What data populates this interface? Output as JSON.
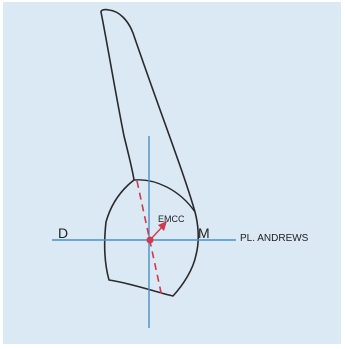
{
  "labels": {
    "distal": "D",
    "mesial": "M",
    "plane": "PL. ANDREWS",
    "point": "EMCC"
  },
  "colors": {
    "background": "#d2e4f1",
    "panel": "#dbe9f4",
    "outline": "#2a2a2a",
    "axis_lines": "#4a90c9",
    "crown_axis": "#cf3a4e",
    "point": "#cf3a4e",
    "arrow": "#cf3a4e"
  }
}
